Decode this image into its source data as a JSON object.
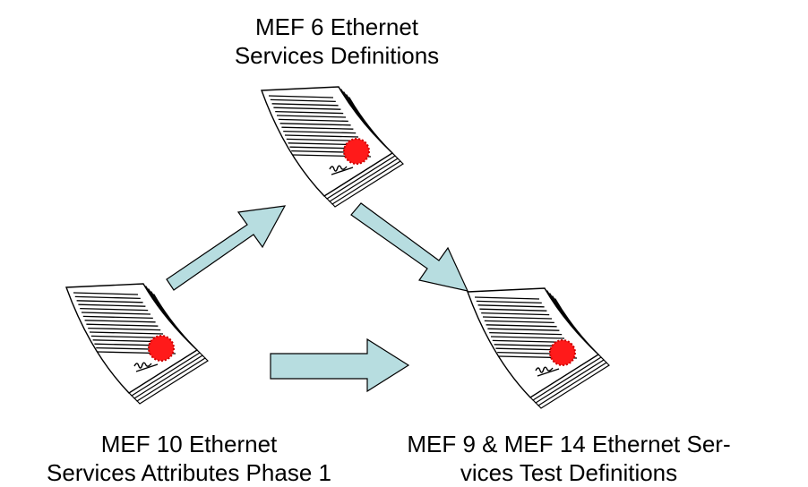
{
  "diagram": {
    "colors": {
      "arrow_fill": "#b7dde0",
      "arrow_stroke": "#000000",
      "paper_fill": "#ffffff",
      "ink": "#000000",
      "seal": "#ff1a1a"
    },
    "documents": [
      {
        "id": "mef6",
        "icon": "certificate-document-stack-icon",
        "label_lines": [
          "MEF 6 Ethernet",
          "Services Definitions"
        ]
      },
      {
        "id": "mef10",
        "icon": "certificate-document-stack-icon",
        "label_lines": [
          "MEF 10 Ethernet",
          "Services Attributes Phase 1"
        ]
      },
      {
        "id": "mef9_14",
        "icon": "certificate-document-stack-icon",
        "label_lines": [
          "MEF 9 & MEF 14 Ethernet Ser-",
          "vices Test Definitions"
        ]
      }
    ],
    "arrows": [
      {
        "id": "mef10-to-mef6",
        "from": "mef10",
        "to": "mef6"
      },
      {
        "id": "mef6-to-mef9_14",
        "from": "mef6",
        "to": "mef9_14"
      },
      {
        "id": "mef10-to-mef9_14",
        "from": "mef10",
        "to": "mef9_14"
      }
    ]
  }
}
